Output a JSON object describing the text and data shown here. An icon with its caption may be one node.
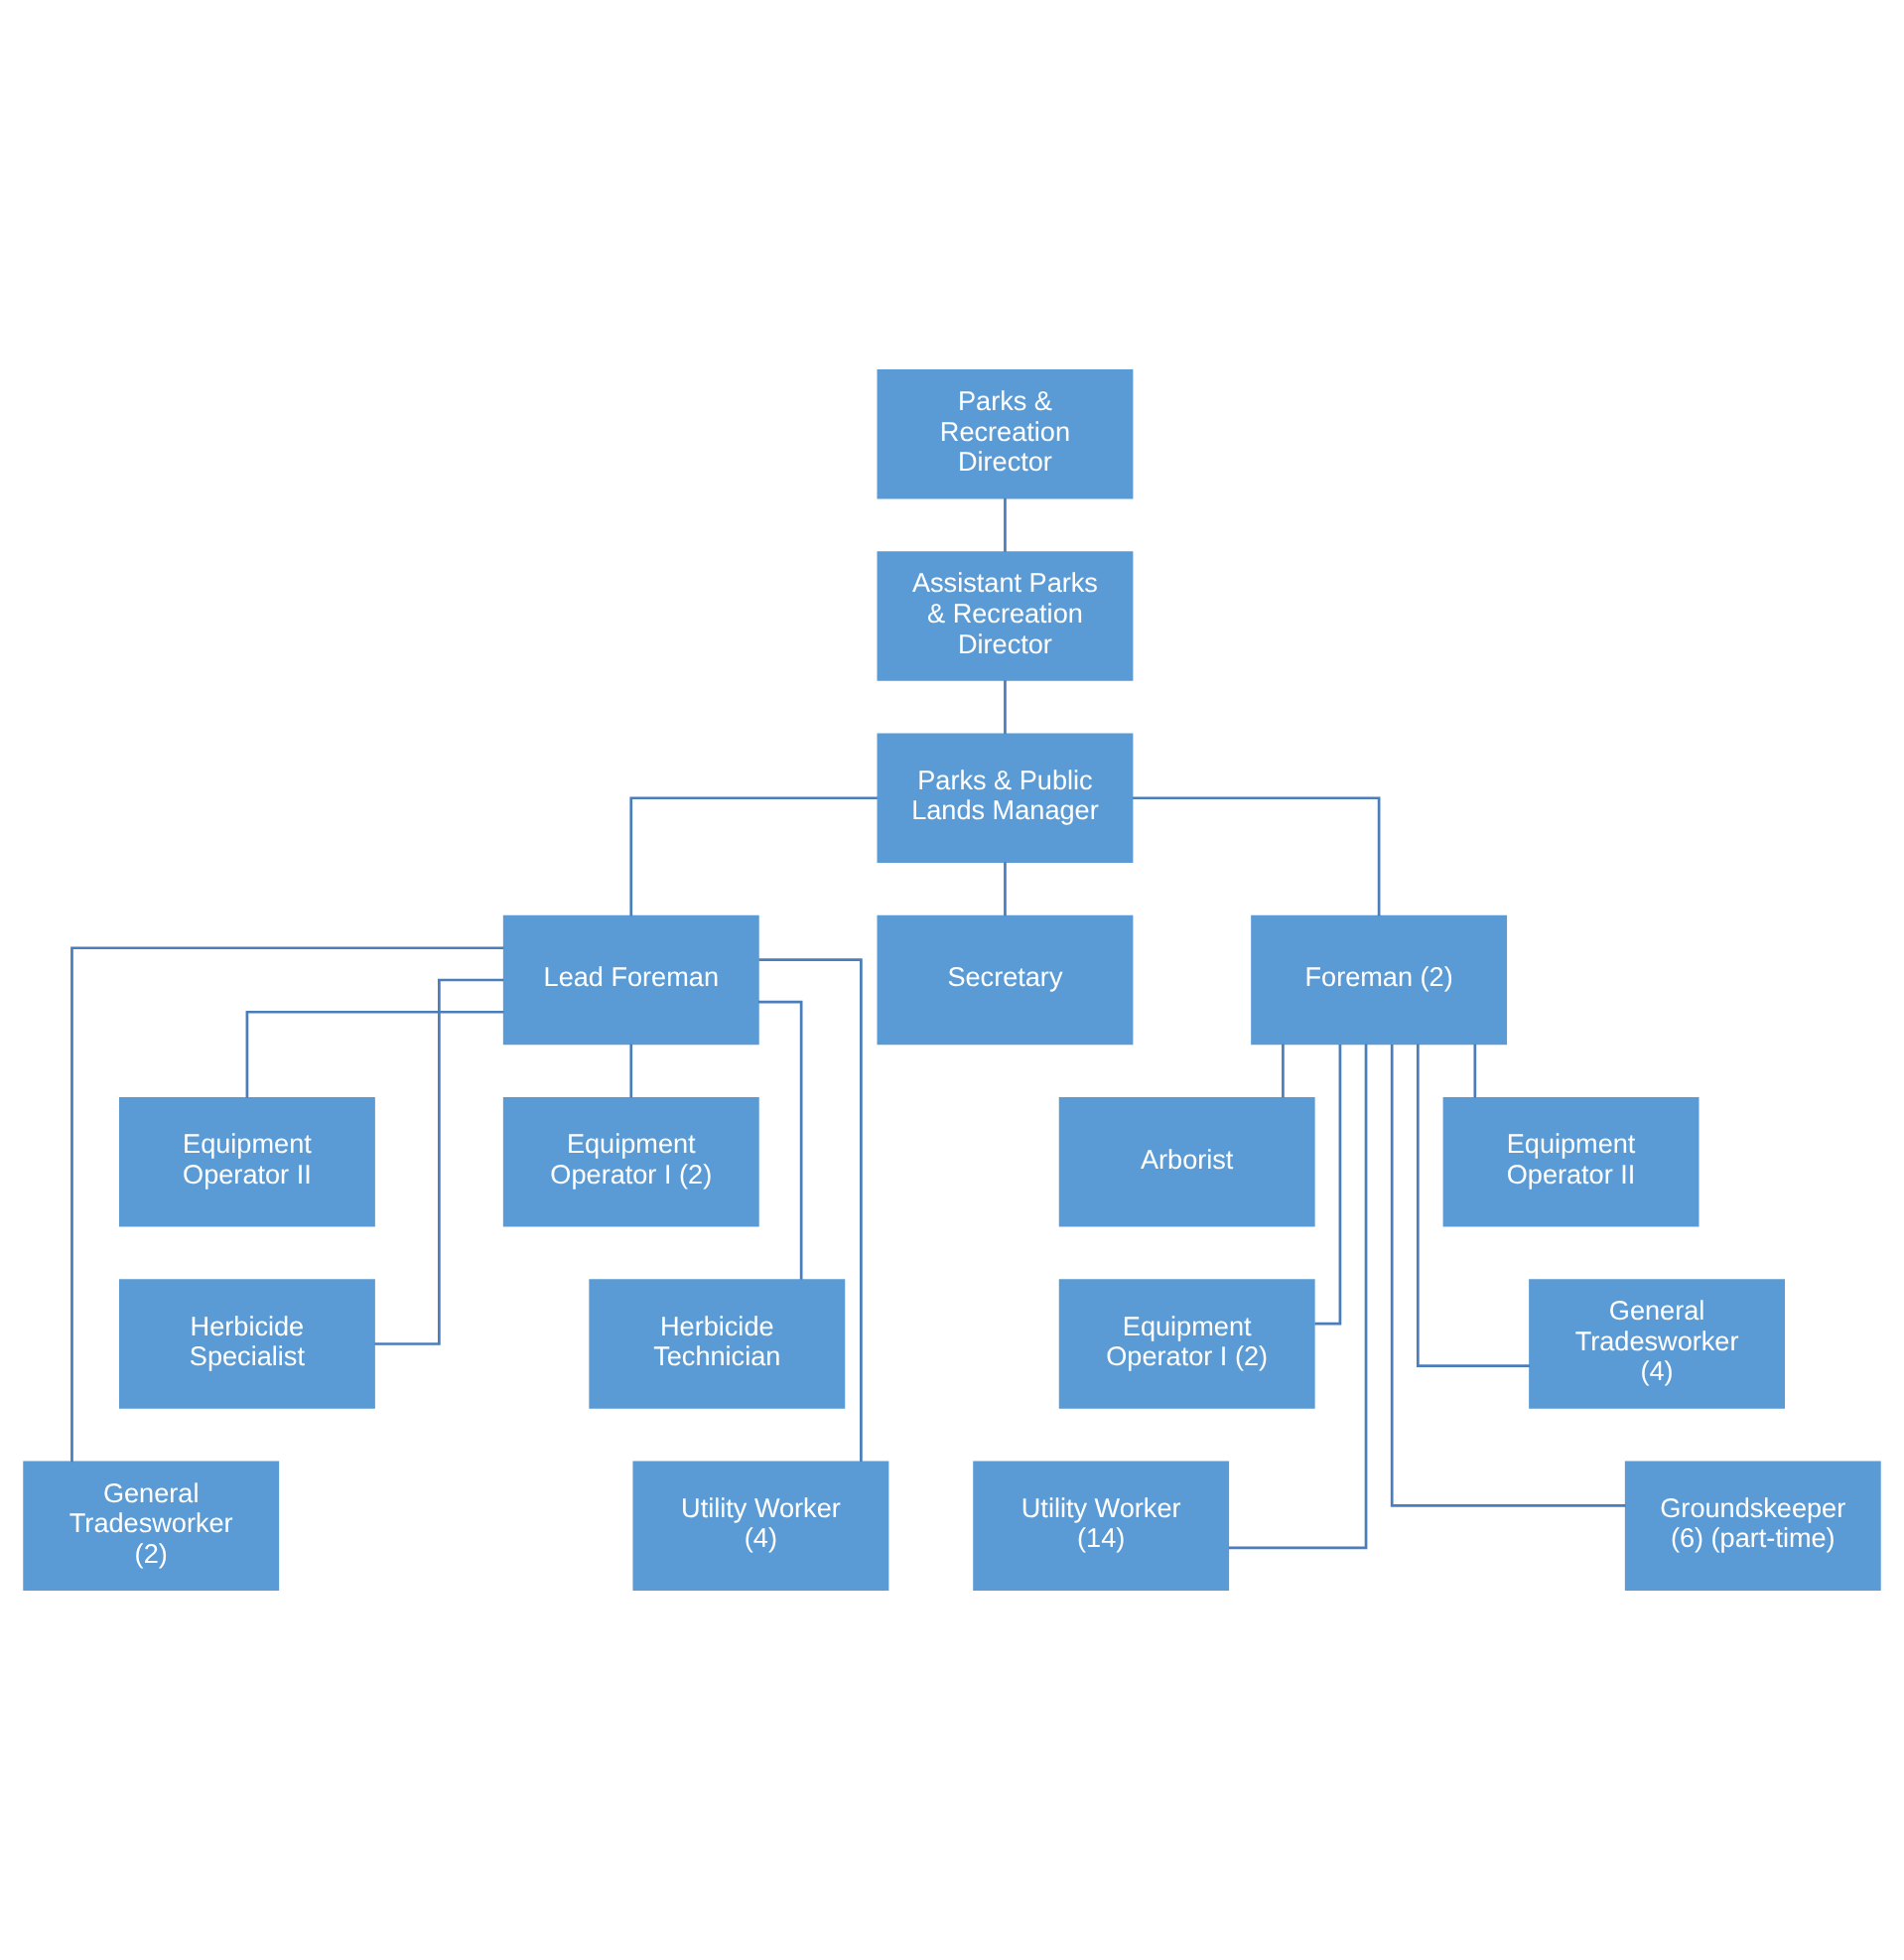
{
  "diagram": {
    "nodes": [
      {
        "text": [
          "Parks & Recreation Director"
        ]
      },
      {
        "text": [
          "Assistant Parks & Recreation Director"
        ]
      },
      {
        "text": [
          "Parks & Public Lands Manager"
        ]
      },
      {
        "text": [
          "Lead Foreman"
        ]
      },
      {
        "text": [
          "Secretary"
        ]
      },
      {
        "text": [
          "Foreman (2)"
        ]
      },
      {
        "text": [
          "Equipment Operator II"
        ]
      },
      {
        "text": [
          "Equipment Operator I (2)"
        ]
      },
      {
        "text": [
          "Arborist"
        ]
      },
      {
        "text": [
          "Equipment Operator II"
        ]
      },
      {
        "text": [
          "Herbicide Specialist"
        ]
      },
      {
        "text": [
          "Herbicide Technician"
        ]
      },
      {
        "text": [
          "Equipment Operator I (2)"
        ]
      },
      {
        "text": [
          "General Tradesworker (4)"
        ]
      },
      {
        "text": [
          "General Tradesworker (2)"
        ]
      },
      {
        "text": [
          "Utility Worker (4)"
        ]
      },
      {
        "text": [
          "Utility Worker (14)"
        ]
      },
      {
        "text": [
          "Groundskeeper (6) (part-time)"
        ]
      }
    ],
    "edges": [
      {
        "from": 0,
        "to": 1,
        "arrow": "none"
      },
      {
        "from": 1,
        "to": 2,
        "arrow": "none"
      },
      {
        "from": 2,
        "to": 3,
        "arrow": "none"
      },
      {
        "from": 2,
        "to": 4,
        "arrow": "none"
      },
      {
        "from": 2,
        "to": 5,
        "arrow": "none"
      },
      {
        "from": 3,
        "to": 6,
        "arrow": "none"
      },
      {
        "from": 3,
        "to": 7,
        "arrow": "none"
      },
      {
        "from": 3,
        "to": 10,
        "arrow": "none"
      },
      {
        "from": 3,
        "to": 11,
        "arrow": "none"
      },
      {
        "from": 3,
        "to": 14,
        "arrow": "none"
      },
      {
        "from": 3,
        "to": 15,
        "arrow": "none"
      },
      {
        "from": 5,
        "to": 8,
        "arrow": "none"
      },
      {
        "from": 5,
        "to": 9,
        "arrow": "none"
      },
      {
        "from": 5,
        "to": 12,
        "arrow": "none"
      },
      {
        "from": 5,
        "to": 13,
        "arrow": "none"
      },
      {
        "from": 5,
        "to": 16,
        "arrow": "none"
      },
      {
        "from": 5,
        "to": 17,
        "arrow": "none"
      }
    ]
  }
}
